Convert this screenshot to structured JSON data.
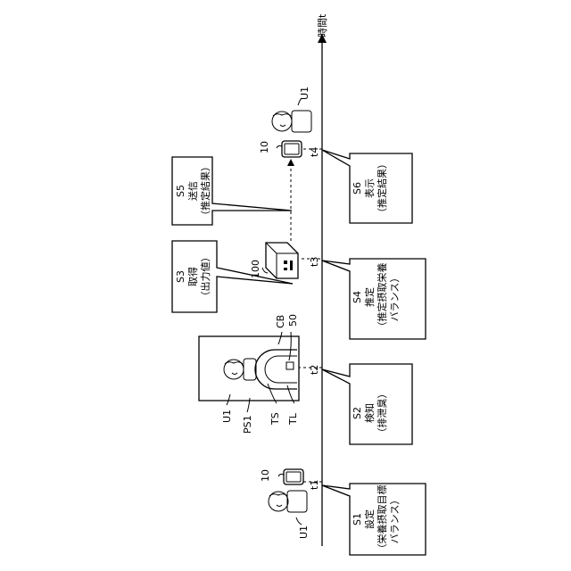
{
  "axis": {
    "label": "時間t"
  },
  "time_marks": [
    "t1",
    "t2",
    "t3",
    "t4"
  ],
  "callouts": {
    "s1": {
      "lines": [
        "S1",
        "設定",
        "（栄養摂取目標",
        "バランス）"
      ]
    },
    "s2": {
      "lines": [
        "S2",
        "検知",
        "（排泄臭）"
      ]
    },
    "s3": {
      "lines": [
        "S3",
        "取得",
        "（出力値）"
      ]
    },
    "s4": {
      "lines": [
        "S4",
        "推定",
        "（推定摂取栄養",
        "バランス）"
      ]
    },
    "s5": {
      "lines": [
        "S5",
        "送信",
        "（推定結果）"
      ]
    },
    "s6": {
      "lines": [
        "S6",
        "表示",
        "（推定結果）"
      ]
    }
  },
  "reference_labels": {
    "user_a": "U1",
    "user_b": "U1",
    "user_c": "U1",
    "terminal_a": "10",
    "terminal_b": "10",
    "server": "100",
    "toilet_space": "PS1",
    "toilet_seat": "TS",
    "toilet": "TL",
    "bowl": "CB",
    "sensor": "50"
  }
}
